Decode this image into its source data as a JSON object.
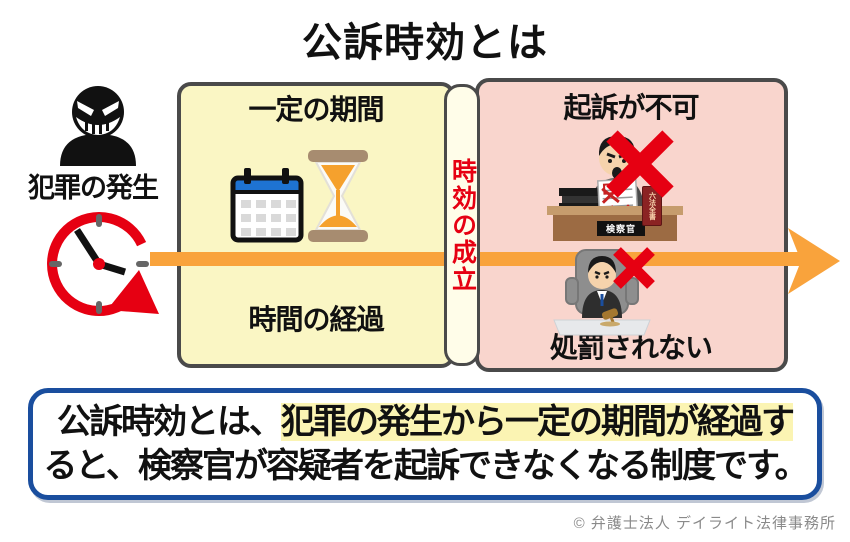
{
  "title": "公訴時効とは",
  "crime": {
    "label": "犯罪の発生"
  },
  "period_box": {
    "top_label": "一定の期間",
    "bottom_label": "時間の経過"
  },
  "statute_strip": {
    "label": "時効の成立"
  },
  "result_box": {
    "top_label": "起訴が不可",
    "bottom_label": "処罰されない",
    "prosecutor_desk_plate": "検察官",
    "law_book_title": "六法全書"
  },
  "summary": {
    "prefix": "公訴時効とは、",
    "highlighted": "犯罪の発生から一定の期間が経過す",
    "line2": "ると、検察官が容疑者を起訴できなくなる制度です。"
  },
  "footer": {
    "copyright": "© 弁護士法人 デイライト法律事務所"
  },
  "icons": [
    "criminal-icon",
    "clock-rotation-icon",
    "calendar-icon",
    "hourglass-icon",
    "prosecutor-icon",
    "judge-icon",
    "cross-icon-prosecution",
    "cross-icon-punishment",
    "timeline-arrow"
  ],
  "colors": {
    "accent_red": "#E60012",
    "arrow_orange": "#F9A33C",
    "period_box_fill": "#FAF6C4",
    "result_box_fill": "#F9D5CD",
    "strip_fill": "#FFFDE9",
    "box_border": "#4A4A4A",
    "summary_border": "#1A4E9E",
    "highlight_yellow": "#FBF4B3",
    "calendar_blue": "#1E73D2",
    "hourglass_tan": "#A78C70",
    "sand_orange": "#F5A12D"
  }
}
